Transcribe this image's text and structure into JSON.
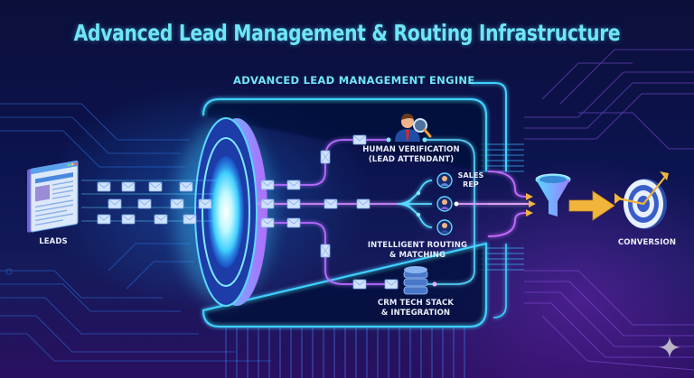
{
  "title": "Advanced Lead Management & Routing Infrastructure",
  "engine": {
    "label": "ADVANCED LEAD MANAGEMENT ENGINE"
  },
  "nodes": {
    "leads": {
      "label": "LEADS",
      "icon": "browser-window-icon"
    },
    "human_verification": {
      "line1": "HUMAN VERIFICATION",
      "line2": "(LEAD ATTENDANT)",
      "icon": "person-magnifier-icon"
    },
    "sales_rep": {
      "line1": "SALES",
      "line2": "REP",
      "icon": "sales-rep-avatars"
    },
    "routing": {
      "line1": "INTELLIGENT ROUTING",
      "line2": "& MATCHING",
      "icon": "branching-arrows-icon"
    },
    "crm": {
      "line1": "CRM TECH STACK",
      "line2": "& INTEGRATION",
      "icon": "database-icon"
    },
    "funnel": {
      "icon": "funnel-icon"
    },
    "conversion": {
      "label": "CONVERSION",
      "icon": "target-arrow-icon"
    }
  },
  "colors": {
    "title": "#6fe6f5",
    "frame": "#3fd0ff",
    "path_cyan": "#5ad8ff",
    "path_purple": "#c56cff",
    "arrow_gold": "#f2b53c",
    "background": "#0b0f3a"
  }
}
